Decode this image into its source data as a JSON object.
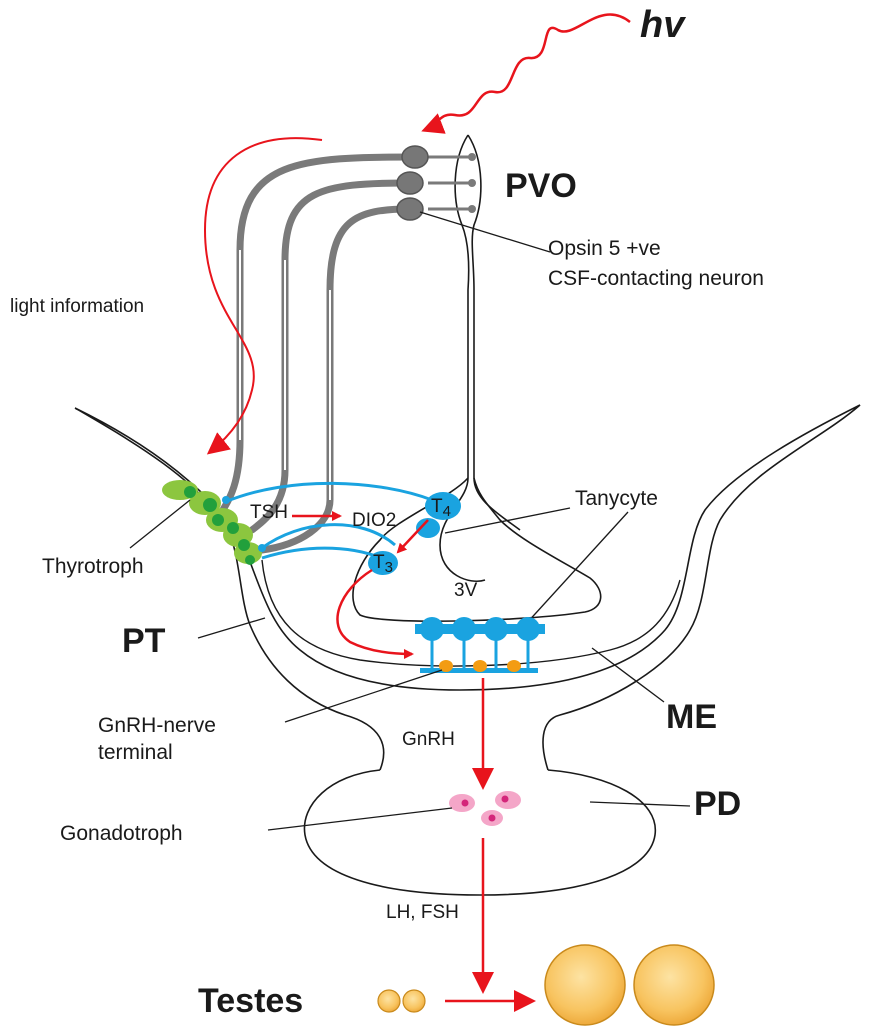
{
  "labels": {
    "hv": "hv",
    "pvo": "PVO",
    "opsin_line1": "Opsin 5 +ve",
    "opsin_line2": "CSF-contacting neuron",
    "light_info": "light information",
    "tsh": "TSH",
    "dio2": "DIO2",
    "t4": "T",
    "t4_sub": "4",
    "t3": "T",
    "t3_sub": "3",
    "tanycyte": "Tanycyte",
    "thyrotroph": "Thyrotroph",
    "third_ventricle": "3V",
    "pt": "PT",
    "me": "ME",
    "gnrh_terminal_line1": "GnRH-nerve",
    "gnrh_terminal_line2": "terminal",
    "gnrh": "GnRH",
    "pd": "PD",
    "gonadotroph": "Gonadotroph",
    "lh_fsh": "LH, FSH",
    "testes": "Testes"
  },
  "colors": {
    "outline": "#1a1a1a",
    "signal_arrow": "#e8141c",
    "neuron_gray": "#7a7a7a",
    "tanycyte_blue": "#1aa3e0",
    "thyrotroph_light": "#8cc63f",
    "thyrotroph_dark": "#22a03c",
    "terminal_orange": "#f39c12",
    "gonadotroph_pink": "#f4a6c8",
    "gonadotroph_nucleus": "#d4267a",
    "testes_fill": "#f9c660",
    "testes_stroke": "#c98a1c"
  }
}
